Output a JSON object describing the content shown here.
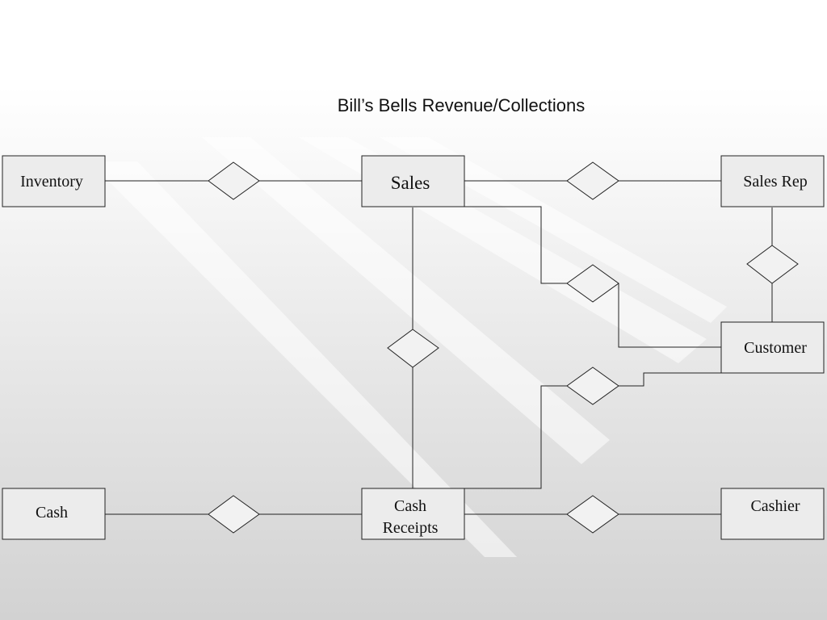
{
  "title": "Bill’s Bells Revenue/Collections",
  "entities": {
    "inventory": "Inventory",
    "sales": "Sales",
    "sales_rep": "Sales Rep",
    "customer": "Customer",
    "cash": "Cash",
    "cash_receipts_line1": "Cash",
    "cash_receipts_line2": "Receipts",
    "cashier": "Cashier"
  }
}
